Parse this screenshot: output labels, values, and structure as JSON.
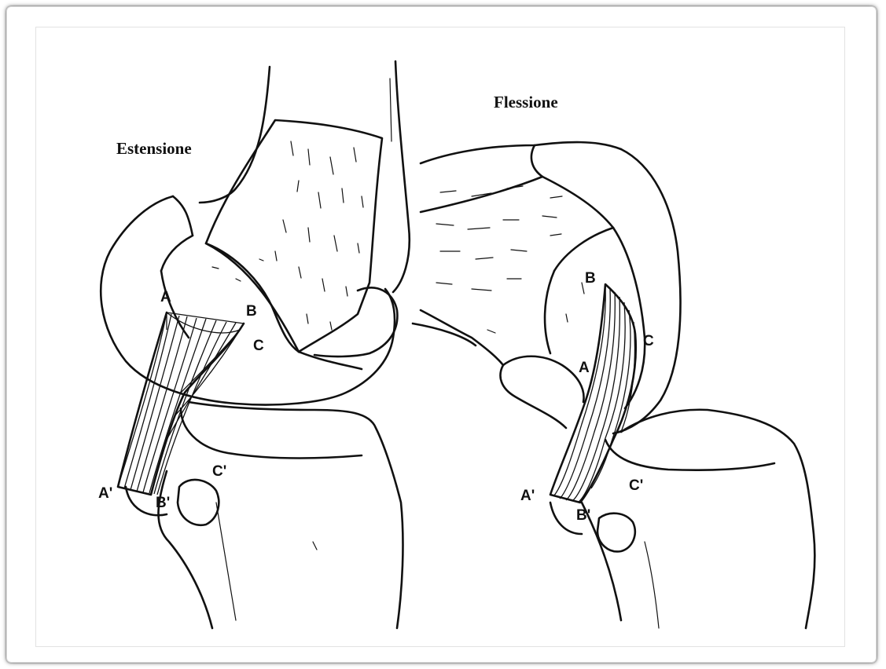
{
  "figure": {
    "left_title": "Estensione",
    "right_title": "Flessione",
    "left_labels": {
      "A": "A",
      "B": "B",
      "C": "C",
      "A_prime": "A'",
      "B_prime": "B'",
      "C_prime": "C'"
    },
    "right_labels": {
      "A": "A",
      "B": "B",
      "C": "C",
      "A_prime": "A'",
      "B_prime": "B'",
      "C_prime": "C'"
    }
  }
}
